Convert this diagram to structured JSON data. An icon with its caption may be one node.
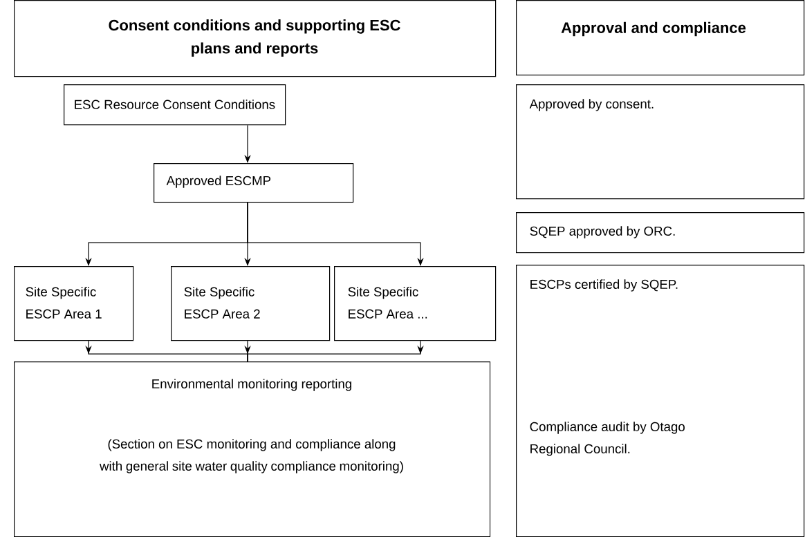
{
  "diagram": {
    "nodes": [
      {
        "text": [
          "Consent conditions and supporting ESC plans and reports"
        ]
      },
      {
        "text": [
          "Approval and compliance"
        ]
      },
      {
        "text": [
          "ESC Resource Consent Conditions"
        ]
      },
      {
        "text": [
          "Approved ESCMP"
        ]
      },
      {
        "text": [
          "Site Specific ESCP Area 1"
        ]
      },
      {
        "text": [
          "Site Specific ESCP Area 2"
        ]
      },
      {
        "text": [
          "Site Specific ESCP Area ..."
        ]
      },
      {
        "text": [
          "Environmental monitoring reporting",
          "(Section on ESC monitoring and compliance along with general site water quality compliance monitoring)"
        ]
      },
      {
        "text": [
          "Approved by consent."
        ]
      },
      {
        "text": [
          "SQEP approved by ORC."
        ]
      },
      {
        "text": [
          "ESCPs certified by SQEP.",
          "Compliance audit by Otago Regional Council."
        ]
      }
    ],
    "edges": [
      {
        "from": 2,
        "to": 3,
        "arrow": "to"
      },
      {
        "from": 3,
        "to": 4,
        "arrow": "to"
      },
      {
        "from": 3,
        "to": 5,
        "arrow": "to"
      },
      {
        "from": 3,
        "to": 6,
        "arrow": "to"
      },
      {
        "from": 4,
        "to": 7,
        "arrow": "to"
      },
      {
        "from": 5,
        "to": 7,
        "arrow": "to"
      },
      {
        "from": 6,
        "to": 7,
        "arrow": "to"
      }
    ]
  }
}
